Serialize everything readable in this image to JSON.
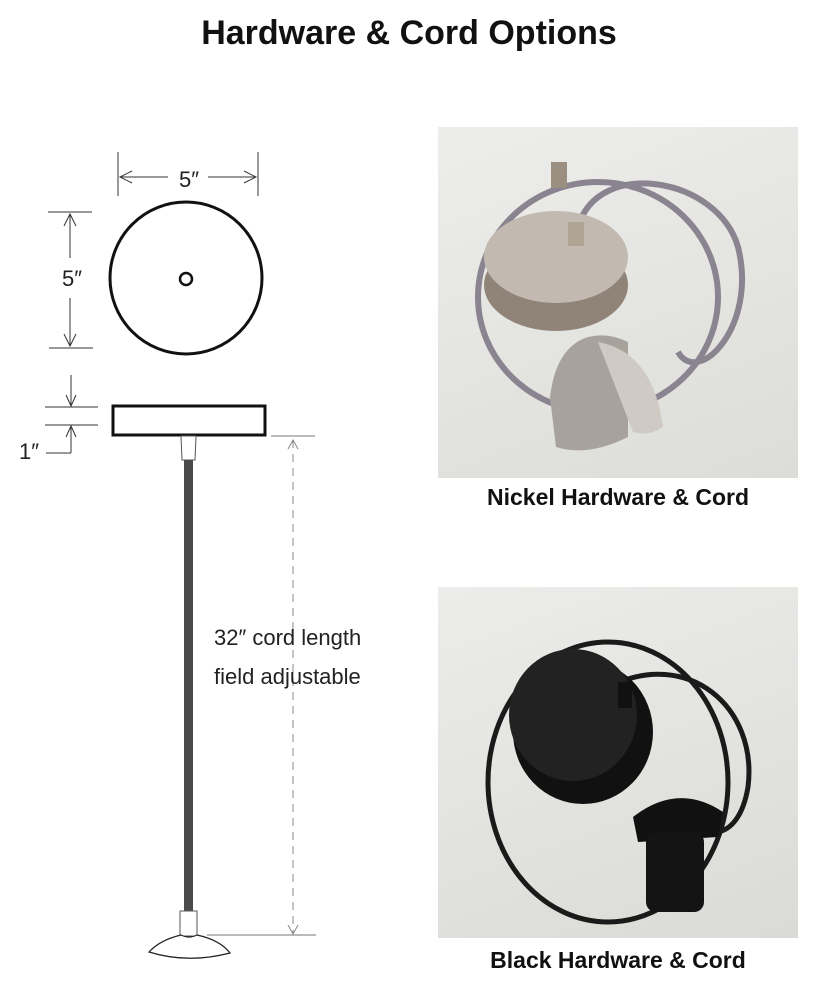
{
  "title": "Hardware & Cord Options",
  "diagram": {
    "width_label": "5″",
    "height_label": "5″",
    "depth_label": "1″",
    "cord_length_line1": "32″ cord length",
    "cord_length_line2": "field adjustable"
  },
  "photos": [
    {
      "caption": "Nickel Hardware & Cord",
      "finish_color": "#b5aca3",
      "cord_color": "#8a8490"
    },
    {
      "caption": "Black Hardware & Cord",
      "finish_color": "#151515",
      "cord_color": "#1a1a1a"
    }
  ]
}
